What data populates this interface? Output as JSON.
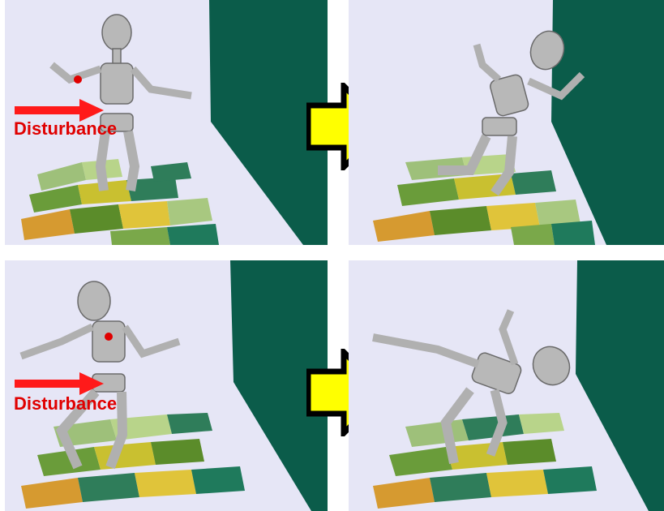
{
  "figure": {
    "annotation_text": "Disturbance",
    "colors": {
      "background": "#e6e6f6",
      "wall": "#0b5c4a",
      "disturbance_arrow": "#ff1a1a",
      "transition_arrow_fill": "#ffff00",
      "transition_arrow_outline": "#000000",
      "robot": "#b8b8b8"
    },
    "panels": [
      {
        "id": "top-left",
        "has_disturbance": true
      },
      {
        "id": "top-right",
        "has_disturbance": false
      },
      {
        "id": "bottom-left",
        "has_disturbance": true
      },
      {
        "id": "bottom-right",
        "has_disturbance": false
      }
    ]
  }
}
